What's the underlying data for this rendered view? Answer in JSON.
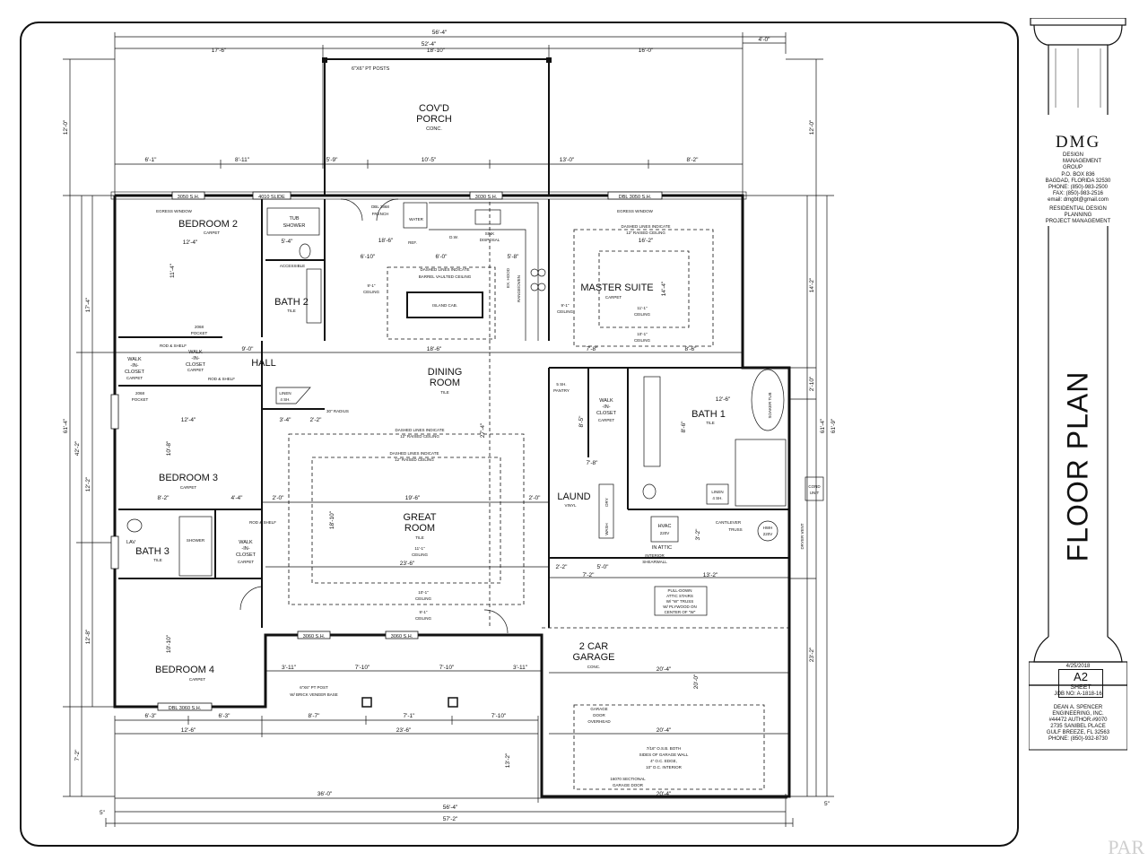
{
  "sheet_title": "FLOOR PLAN",
  "sheet_number": "A2",
  "sheet_label": "SHEET",
  "date": "4/25/2018",
  "job_no": "JOB NO: A-1818-16",
  "firm": {
    "logo": "DMG",
    "name_lines": [
      "DESIGN",
      "MANAGEMENT",
      "GROUP"
    ],
    "contact_lines": [
      "P.O. BOX 836",
      "BAGDAD, FLORIDA 32530",
      "PHONE: (850)-983-2500",
      "FAX: (850)-983-2516",
      "email: dmgbt@gmail.com"
    ],
    "services_lines": [
      "RESIDENTIAL DESIGN",
      "PLANNING",
      "PROJECT MANAGEMENT"
    ]
  },
  "engineer_lines": [
    "DEAN A. SPENCER",
    "ENGINEERING, INC.",
    "#44472 AUTHOR.#9070",
    "2735 SANIBEL PLACE",
    "GULF BREEZE, FL 32563",
    "PHONE: (850)-932-8730"
  ],
  "watermark": "PAR",
  "rooms": {
    "porch": [
      "COV'D",
      "PORCH",
      "CONC."
    ],
    "bedroom2": [
      "BEDROOM 2",
      "CARPET"
    ],
    "bath2": [
      "BATH 2",
      "TILE"
    ],
    "master": [
      "MASTER SUITE",
      "CARPET"
    ],
    "dining": [
      "DINING",
      "ROOM",
      "TILE"
    ],
    "bath1": [
      "BATH 1",
      "TILE"
    ],
    "bedroom3": [
      "BEDROOM 3",
      "CARPET"
    ],
    "great": [
      "GREAT",
      "ROOM",
      "TILE"
    ],
    "laund": [
      "LAUND",
      "VINYL"
    ],
    "bath3": [
      "BATH 3",
      "TILE"
    ],
    "closet": [
      "WALK",
      "-IN-",
      "CLOSET",
      "CARPET"
    ],
    "bedroom4": [
      "BEDROOM 4",
      "CARPET"
    ],
    "garage": [
      "2 CAR",
      "GARAGE",
      "CONC."
    ],
    "hall": "HALL"
  },
  "notes": {
    "pt_posts": "6\"X6\" PT POSTS",
    "pt_post_brick": [
      "6\"X6\" PT POST",
      "W/ BRICK VENEER BASE"
    ],
    "egress": "EGRESS WINDOW",
    "french": [
      "DBL 2868",
      "FRENCH"
    ],
    "water": "WATER",
    "ref": "REF.",
    "dw": "D.W.",
    "sink": [
      "SINK",
      "DISPOSAL"
    ],
    "hood": "EX. HOOD",
    "range": "RANGE/OVEN",
    "island": "ISLAND CAB.",
    "barrel": [
      "DASHED LINES INDICATE",
      "BARREL VAULTED CEILING"
    ],
    "raised": [
      "DASHED LINES INDICATE",
      "12\" RAISED CEILING"
    ],
    "ceil_9": [
      "9'-1\"",
      "CEILING"
    ],
    "ceil_11": [
      "11'-1\"",
      "CEILING"
    ],
    "ceil_10": [
      "10'-1\"",
      "CEILING"
    ],
    "tub_shower": [
      "TUB",
      "SHOWER"
    ],
    "accessible": "ACCESSIBLE",
    "lav": "LAV",
    "pocket_2068": [
      "2068",
      "POCKET"
    ],
    "rod_shelf": "ROD & SHELF",
    "linen": [
      "LINEN",
      "4 SH."
    ],
    "radius": "30\" RADIUS",
    "pantry": [
      "5 SH.",
      "PANTRY"
    ],
    "soaker": "SOAKER TUB",
    "hvac": [
      "HVAC",
      "220V"
    ],
    "in_attic": "IN ATTIC",
    "cantilever": [
      "CANTILEVER",
      "TRUSS"
    ],
    "hwh": [
      "HWH",
      "220V"
    ],
    "interior_shearwall": [
      "INTERIOR",
      "SHEARWALL"
    ],
    "attic_stairs": [
      "PULL-DOWN",
      "ATTIC STAIRS",
      "W/ \"W\" TRUSS",
      "W/ PLYWOOD ON",
      "CENTER OF \"W\""
    ],
    "garage_door_overhead": [
      "GARAGE",
      "DOOR",
      "OVERHEAD"
    ],
    "osb": [
      "7/16\" O.S.B. BOTH",
      "SIDES OF GARAGE WALL",
      "4\" O.C. EDGE,",
      "10\" O.C. INTERIOR"
    ],
    "sectional": [
      "16070 SECTIONAL",
      "GARAGE DOOR"
    ],
    "cond_unit": [
      "COND",
      "UNIT"
    ],
    "dryer_vent": "DRYER VENT",
    "washer": "WASH",
    "dryer": "DRY"
  },
  "windows": {
    "w3050_sh": "3050 S.H.",
    "w4010_slide": "4010 SLIDE",
    "w3030_sh": "3030 S.H.",
    "dbl_3050": "DBL 3050 S.H.",
    "w3060_sh": "3060 S.H.",
    "dbl_3060": "DBL 3060 S.H."
  },
  "dimensions": {
    "top_overall": "56'-4\"",
    "top_524": "52'-4\"",
    "top_176": "17'-6\"",
    "top_1810": "18'-10\"",
    "top_160": "16'-0\"",
    "top_40": "4'-0\"",
    "row2": [
      "6'-1\"",
      "8'-11\"",
      "5'-9\"",
      "10'-5\"",
      "13'-0\"",
      "8'-2\""
    ],
    "bottom_row1": [
      "6'-3\"",
      "6'-3\"",
      "8'-7\"",
      "7'-1\"",
      "7'-10\""
    ],
    "bottom_row2": [
      "12'-6\"",
      "23'-6\""
    ],
    "bottom_360": "36'-0\"",
    "bottom_204": "20'-4\"",
    "bottom_564": "56'-4\"",
    "bottom_572": "57'-2\"",
    "bottom_5": "5\"",
    "left_120": "12'-0\"",
    "left_174": "17'-4\"",
    "left_614": "61'-4\"",
    "left_422": "42'-2\"",
    "left_122": "12'-2\"",
    "left_128": "12'-8\"",
    "left_72": "7'-2\"",
    "right_120": "12'-0\"",
    "right_142": "14'-2\"",
    "right_210": "2'-10\"",
    "right_614": "61'-4\"",
    "right_619": "61'-9\"",
    "right_232": "23'-2\"",
    "right_5": "5\"",
    "interior": {
      "br2_w": "12'-4\"",
      "br2_h": "11'-4\"",
      "bath2_w": "5'-4\"",
      "hall_w": "9'-0\"",
      "k_1": "18'-6\"",
      "k_2": "6'-10\"",
      "k_3": "6'-0\"",
      "k_4": "5'-8\"",
      "dining_w": "18'-6\"",
      "ms_w": "16'-2\"",
      "ms_h": "14'-4\"",
      "ms_1": "7'-8\"",
      "ms_2": "8'-6\"",
      "br3_w": "12'-4\"",
      "br3_h": "10'-8\"",
      "br3_a": "8'-2\"",
      "br3_b": "4'-4\"",
      "gr_w": "19'-6\"",
      "gr_h": "18'-10\"",
      "gr_b": "23'-6\"",
      "gr_a": "2'-0\"",
      "gr_c": "2'-0\"",
      "lnd_a": "2'-2\"",
      "lnd_b": "5'-0\"",
      "lnd_c": "7'-2\"",
      "gar_a": "13'-2\"",
      "gar_w": "20'-4\"",
      "gar_h": "20'-0\"",
      "gar_dr": "20'-4\"",
      "gar_b": "13'-2\"",
      "b1_w": "12'-6\"",
      "b1_h": "8'-6\"",
      "wic_a": "7'-8\"",
      "wic_h": "8'-5\"",
      "hall_b": "3'-4\"",
      "hall_c": "2'-2\"",
      "br4_h": "10'-10\"",
      "p_a": "3'-11\"",
      "p_b": "7'-10\"",
      "p_c": "7'-10\"",
      "p_d": "3'-11\"",
      "att_a": "3'-2\""
    }
  }
}
